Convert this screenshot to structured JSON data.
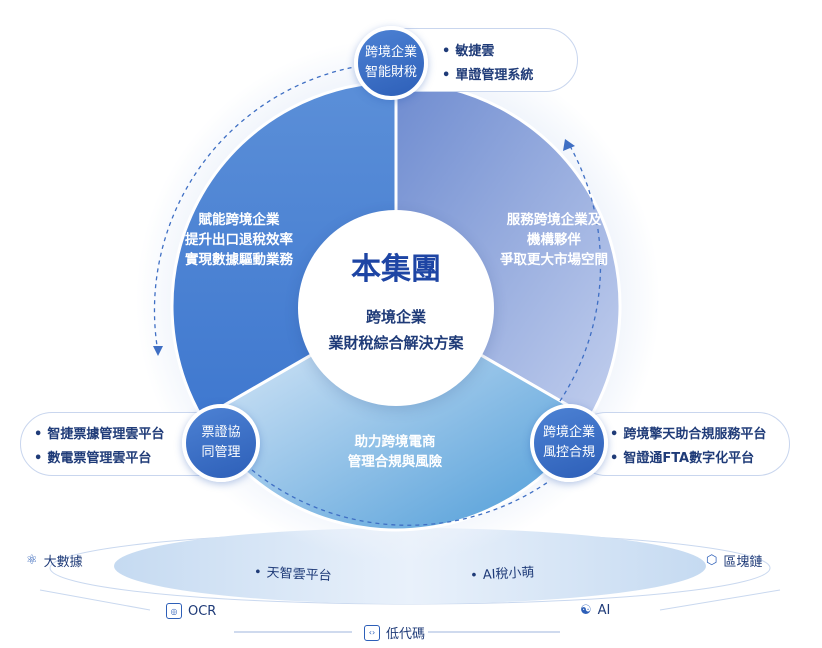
{
  "center": {
    "title": "本集團",
    "line1": "跨境企業",
    "line2": "業財稅綜合解決方案"
  },
  "segments": {
    "left": [
      "賦能跨境企業",
      "提升出口退稅效率",
      "實現數據驅動業務"
    ],
    "right": [
      "服務跨境企業及",
      "機構夥伴",
      "爭取更大市場空間"
    ],
    "bottom": [
      "助力跨境電商",
      "管理合規與風險"
    ]
  },
  "nodes": {
    "top": {
      "lines": [
        "跨境企業",
        "智能財稅"
      ],
      "items": [
        "敏捷雲",
        "單證管理系統"
      ]
    },
    "left": {
      "lines": [
        "票證協",
        "同管理"
      ],
      "items": [
        "智捷票據管理雲平台",
        "數電票管理雲平台"
      ]
    },
    "right": {
      "lines": [
        "跨境企業",
        "風控合規"
      ],
      "items": [
        "跨境擎天助合規服務平台",
        "智證通FTA數字化平台"
      ]
    }
  },
  "base": {
    "platforms": [
      "天智雲平台",
      "AI稅小萌"
    ],
    "tech": [
      {
        "label": "大數據",
        "icon": "atom-icon"
      },
      {
        "label": "區塊鏈",
        "icon": "blockchain-icon"
      },
      {
        "label": "OCR",
        "icon": "ocr-icon"
      },
      {
        "label": "AI",
        "icon": "ai-brain-icon"
      },
      {
        "label": "低代碼",
        "icon": "code-icon"
      }
    ]
  },
  "colors": {
    "primary": "#2d5fb8",
    "segment_right": "#7f9bd6",
    "segment_left": "#4f86d6",
    "segment_bottom": "#63a8dd",
    "ring": "#eef3fb",
    "text_dark": "#1f3b78"
  }
}
